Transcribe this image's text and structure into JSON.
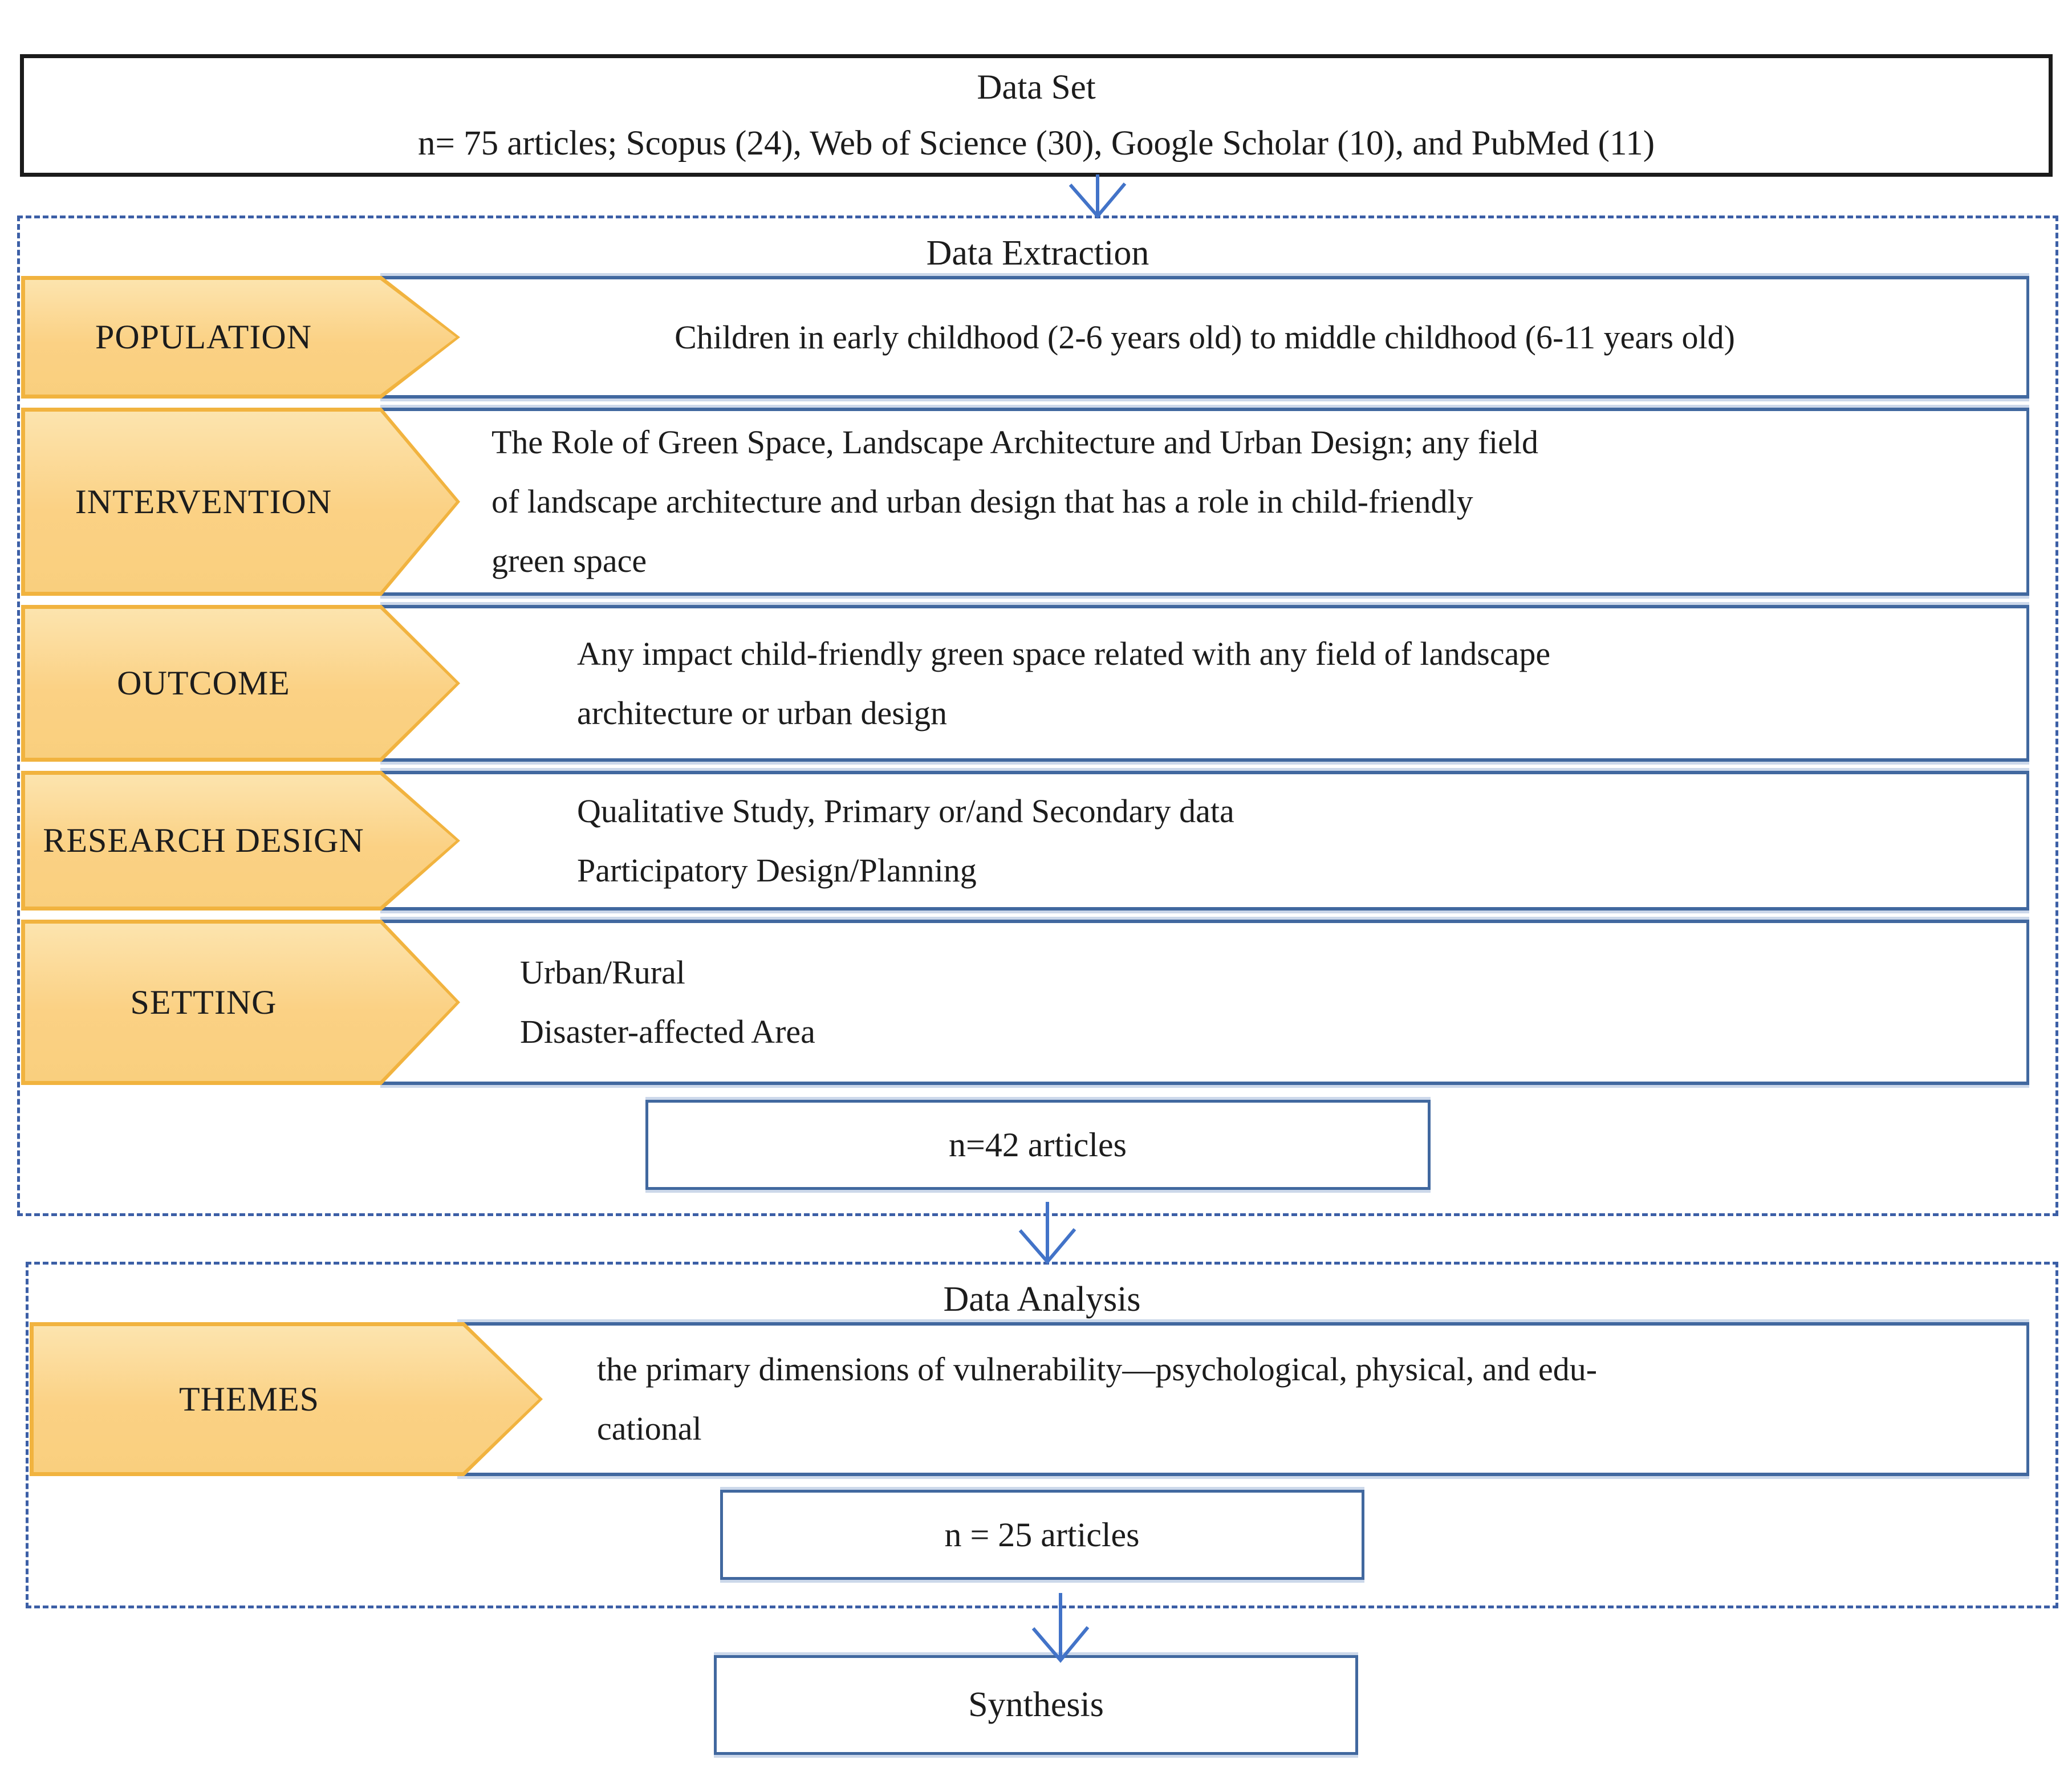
{
  "palette": {
    "arrow_fill": "#fbd184",
    "arrow_border": "#f1b33f",
    "box_border_blue": "#41689f",
    "box_border_light": "#ccd8ea",
    "dashed_border_blue": "#3c5fa6",
    "connector_blue": "#4273c8",
    "outer_border_black": "#1b1b1b",
    "text": "#1c1c1c"
  },
  "dataset_box": {
    "title": "Data Set",
    "subtitle": "n= 75 articles; Scopus (24), Web of Science (30), Google Scholar (10), and PubMed (11)"
  },
  "extraction": {
    "title": "Data Extraction",
    "rows": [
      {
        "label": "POPULATION",
        "lines": [
          "Children in early childhood (2-6 years old) to middle childhood (6-11 years old)"
        ]
      },
      {
        "label": "INTERVENTION",
        "lines": [
          "The Role of Green Space, Landscape Architecture and Urban Design; any field",
          "of landscape architecture and urban design that has a role in child-friendly",
          "green space"
        ]
      },
      {
        "label": "OUTCOME",
        "lines": [
          "Any impact child-friendly green space related with any field of landscape",
          "architecture or urban design"
        ]
      },
      {
        "label": "RESEARCH DESIGN",
        "lines": [
          "Qualitative Study, Primary or/and Secondary data",
          "Participatory Design/Planning"
        ]
      },
      {
        "label": "SETTING",
        "lines": [
          "Urban/Rural",
          "Disaster-affected Area"
        ]
      }
    ],
    "count_label": "n=42 articles"
  },
  "analysis": {
    "title": "Data Analysis",
    "rows": [
      {
        "label": "THEMES",
        "lines": [
          "the primary dimensions of vulnerability—psychological, physical, and edu-",
          "cational"
        ]
      }
    ],
    "count_label": "n = 25 articles"
  },
  "synthesis": {
    "label": "Synthesis"
  }
}
